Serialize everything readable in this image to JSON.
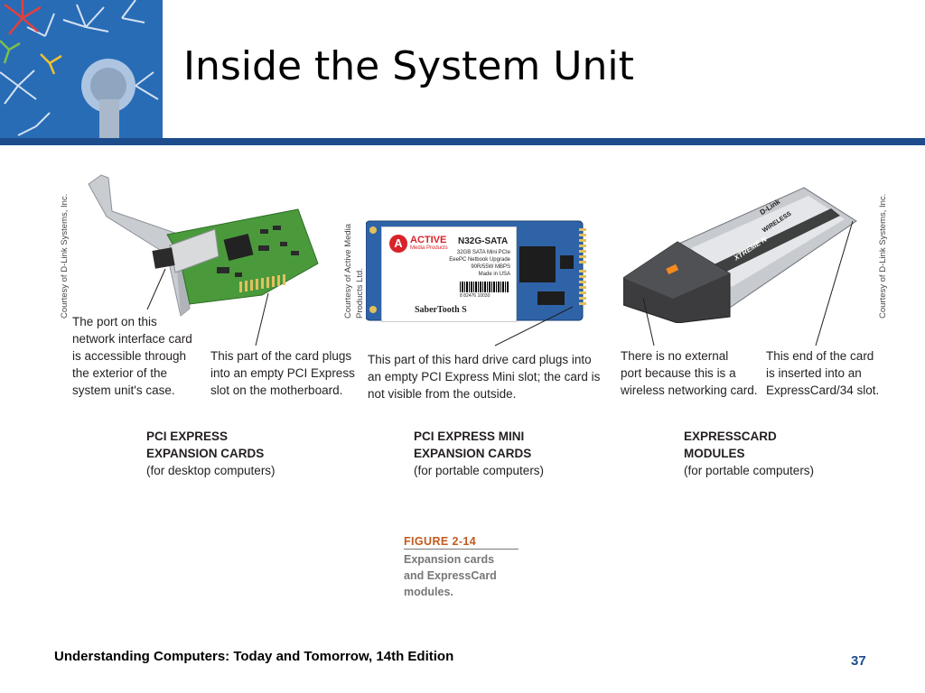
{
  "slide": {
    "title": "Inside the System Unit",
    "footer": "Understanding Computers: Today and Tomorrow, 14th Edition",
    "page_number": "37"
  },
  "figure": {
    "number": "FIGURE 2-14",
    "caption_lines": [
      "Expansion cards",
      "and ExpressCard",
      "modules."
    ]
  },
  "credits": {
    "left": "Courtesy of D-Link Systems, Inc.",
    "middle_line1": "Courtesy of Active Media",
    "middle_line2": "Products Ltd.",
    "right": "Courtesy of D-Link Systems, Inc."
  },
  "ssd_label": {
    "brand": "ACTIVE",
    "brand_sub": "Media Products",
    "model": "N32G-SATA",
    "line1": "32GB SATA Mini PCIe",
    "line2": "EeePC Netbook Upgrade",
    "line3": "90R/55W MBPS",
    "line4": "Made in USA",
    "barcode": "8 82476 10030",
    "product": "SaberTooth S"
  },
  "express_card_label": {
    "brand": "D-Link",
    "sub": "WIRELESS",
    "series": "XTREME N"
  },
  "callouts": {
    "port": [
      "The port on this",
      "network interface card",
      "is accessible through",
      "the exterior of the",
      "system unit's case."
    ],
    "pci_plug": [
      "This part of the card plugs",
      "into an empty PCI Express",
      "slot on the motherboard."
    ],
    "mini_plug": [
      "This part of this hard drive card plugs into",
      "an empty PCI Express Mini slot; the card is",
      "not visible from the outside."
    ],
    "no_port": [
      "There is no external",
      "port because this is a",
      "wireless networking card."
    ],
    "card_end": [
      "This end of the card",
      "is inserted into an",
      "ExpressCard/34 slot."
    ]
  },
  "groups": [
    {
      "title1": "PCI EXPRESS",
      "title2": "EXPANSION CARDS",
      "sub": "(for desktop computers)"
    },
    {
      "title1": "PCI EXPRESS MINI",
      "title2": "EXPANSION CARDS",
      "sub": "(for portable computers)"
    },
    {
      "title1": "EXPRESSCARD",
      "title2": "MODULES",
      "sub": "(for portable computers)"
    }
  ],
  "colors": {
    "header_rule": "#1d4c8c",
    "pcb_green": "#4a9a3c",
    "figure_number": "#c25a1c"
  }
}
